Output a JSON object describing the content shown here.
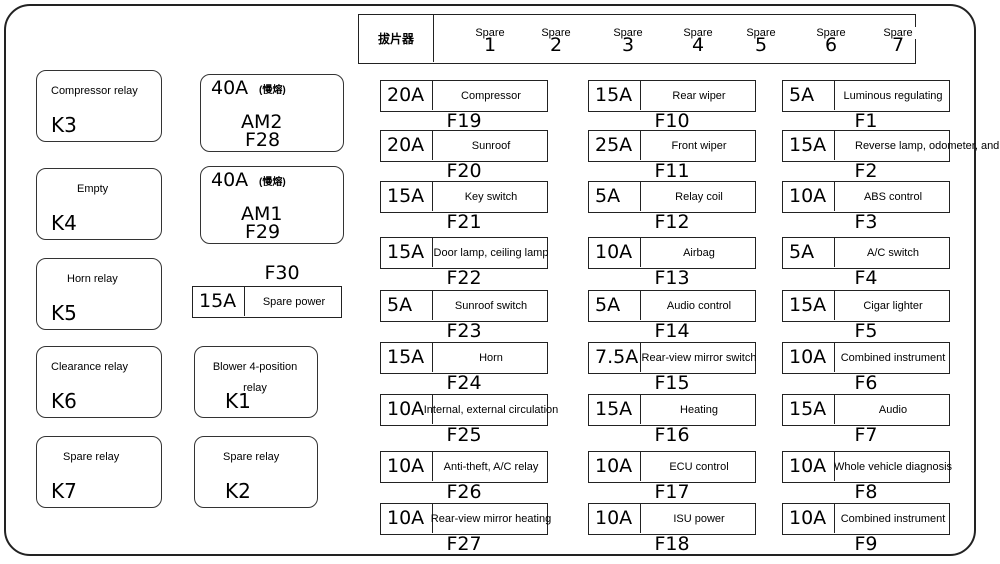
{
  "top_strip": {
    "title": "拔片器",
    "slots": [
      {
        "label": "Spare",
        "num": "1"
      },
      {
        "label": "Spare",
        "num": "2"
      },
      {
        "label": "Spare",
        "num": "3"
      },
      {
        "label": "Spare",
        "num": "4"
      },
      {
        "label": "Spare",
        "num": "5"
      },
      {
        "label": "Spare",
        "num": "6"
      },
      {
        "label": "Spare",
        "num": "7"
      }
    ]
  },
  "relays": [
    {
      "label": "Compressor relay",
      "code": "K3"
    },
    {
      "label": "Empty",
      "code": "K4"
    },
    {
      "label": "Horn relay",
      "code": "K5"
    },
    {
      "label": "Clearance relay",
      "code": "K6"
    },
    {
      "label": "Spare relay",
      "code": "K7"
    },
    {
      "label": "Blower 4-position relay",
      "code": "K1"
    },
    {
      "label": "Spare relay",
      "code": "K2"
    }
  ],
  "am_fuses": [
    {
      "amp": "40A",
      "note": "(慢熔)",
      "name": "AM2",
      "code": "F28"
    },
    {
      "amp": "40A",
      "note": "(慢熔)",
      "name": "AM1",
      "code": "F29"
    }
  ],
  "f30": {
    "code": "F30",
    "amp": "15A",
    "name": "Spare power"
  },
  "fuses_col1": [
    {
      "amp": "20A",
      "name": "Compressor",
      "code": "F19"
    },
    {
      "amp": "20A",
      "name": "Sunroof",
      "code": "F20"
    },
    {
      "amp": "15A",
      "name": "Key switch",
      "code": "F21"
    },
    {
      "amp": "15A",
      "name": "Door lamp, ceiling lamp",
      "code": "F22"
    },
    {
      "amp": "5A",
      "name": "Sunroof switch",
      "code": "F23"
    },
    {
      "amp": "15A",
      "name": "Horn",
      "code": "F24"
    },
    {
      "amp": "10A",
      "name": "Internal, external circulation",
      "code": "F25"
    },
    {
      "amp": "10A",
      "name": "Anti-theft, A/C relay",
      "code": "F26"
    },
    {
      "amp": "10A",
      "name": "Rear-view mirror heating",
      "code": "F27"
    }
  ],
  "fuses_col2": [
    {
      "amp": "15A",
      "name": "Rear wiper",
      "code": "F10"
    },
    {
      "amp": "25A",
      "name": "Front wiper",
      "code": "F11"
    },
    {
      "amp": "5A",
      "name": "Relay coil",
      "code": "F12"
    },
    {
      "amp": "10A",
      "name": "Airbag",
      "code": "F13"
    },
    {
      "amp": "5A",
      "name": "Audio control",
      "code": "F14"
    },
    {
      "amp": "7.5A",
      "name": "Rear-view mirror switch",
      "code": "F15"
    },
    {
      "amp": "15A",
      "name": "Heating",
      "code": "F16"
    },
    {
      "amp": "10A",
      "name": "ECU control",
      "code": "F17"
    },
    {
      "amp": "10A",
      "name": "ISU power",
      "code": "F18"
    }
  ],
  "fuses_col3": [
    {
      "amp": "5A",
      "name": "Luminous regulating",
      "code": "F1"
    },
    {
      "amp": "15A",
      "name": "Reverse lamp, odometer, and",
      "code": "F2"
    },
    {
      "amp": "10A",
      "name": "ABS control",
      "code": "F3"
    },
    {
      "amp": "5A",
      "name": "A/C switch",
      "code": "F4"
    },
    {
      "amp": "15A",
      "name": "Cigar lighter",
      "code": "F5"
    },
    {
      "amp": "10A",
      "name": "Combined instrument",
      "code": "F6"
    },
    {
      "amp": "15A",
      "name": "Audio",
      "code": "F7"
    },
    {
      "amp": "10A",
      "name": "Whole vehicle diagnosis",
      "code": "F8"
    },
    {
      "amp": "10A",
      "name": "Combined instrument",
      "code": "F9"
    }
  ]
}
